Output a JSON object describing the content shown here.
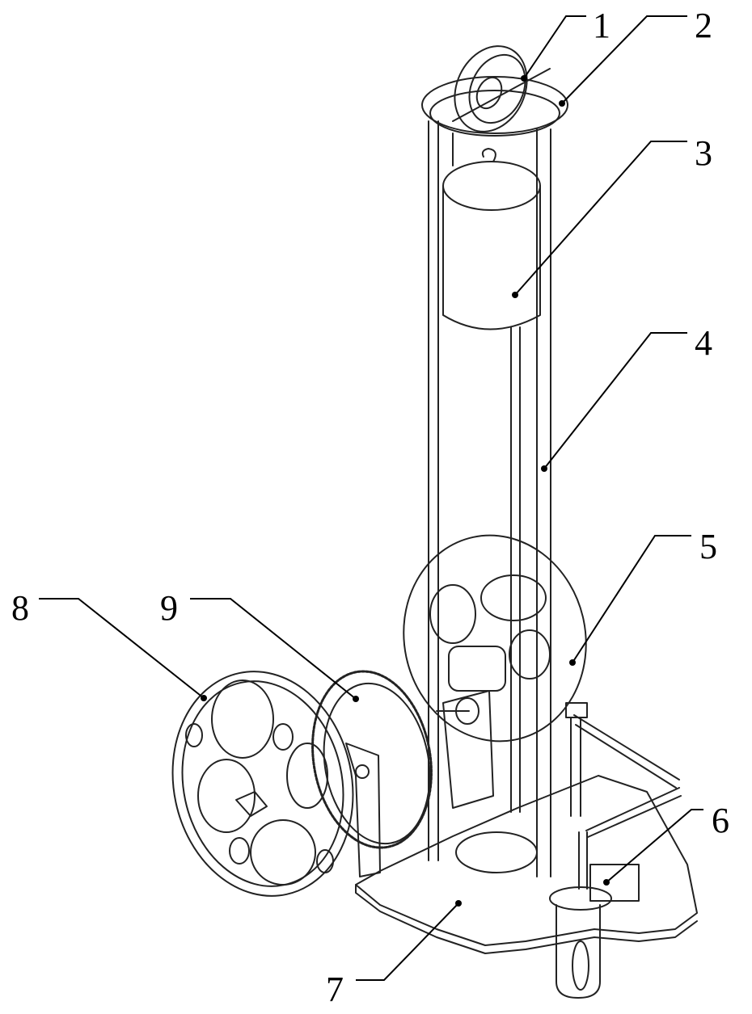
{
  "labels": {
    "n1": "1",
    "n2": "2",
    "n3": "3",
    "n4": "4",
    "n5": "5",
    "n6": "6",
    "n7": "7",
    "n8": "8",
    "n9": "9"
  },
  "colors": {
    "stroke": "#222222",
    "background": "#ffffff"
  }
}
